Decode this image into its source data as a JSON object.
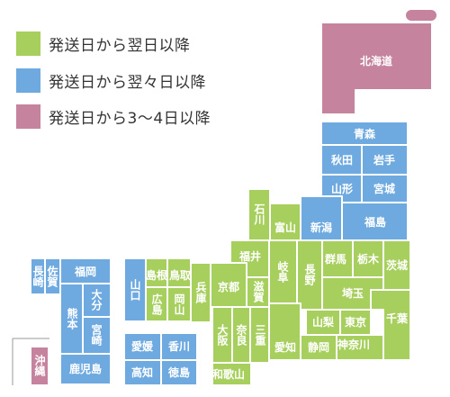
{
  "colors": {
    "green": "#a7cf5e",
    "blue": "#6ea9df",
    "pink": "#c5839d",
    "border": "#ffffff",
    "frame": "#999999"
  },
  "legend": [
    {
      "label": "発送日から翌日以降",
      "color": "#a7cf5e"
    },
    {
      "label": "発送日から翌々日以降",
      "color": "#6ea9df"
    },
    {
      "label": "発送日から3〜4日以降",
      "color": "#c5839d"
    }
  ],
  "prefectures": {
    "hokkaido": "北海道",
    "aomori": "青森",
    "akita": "秋田",
    "iwate": "岩手",
    "yamagata": "山形",
    "miyagi": "宮城",
    "ishikawa": "石川",
    "toyama": "富山",
    "niigata": "新潟",
    "fukushima": "福島",
    "fukui": "福井",
    "gifu": "岐阜",
    "nagano": "長野",
    "gunma": "群馬",
    "tochigi": "栃木",
    "ibaraki": "茨城",
    "saitama": "埼玉",
    "yamanashi": "山梨",
    "tokyo": "東京",
    "chiba": "千葉",
    "kanagawa": "神奈川",
    "shizuoka": "静岡",
    "aichi": "愛知",
    "kyoto": "京都",
    "shiga": "滋賀",
    "osaka": "大阪",
    "nara": "奈良",
    "mie": "三重",
    "wakayama": "和歌山",
    "hyogo": "兵庫",
    "tottori": "鳥取",
    "shimane": "島根",
    "okayama": "岡山",
    "hiroshima": "広島",
    "yamaguchi": "山口",
    "ehime": "愛媛",
    "kagawa": "香川",
    "kochi": "高知",
    "tokushima": "徳島",
    "fukuoka": "福岡",
    "saga": "佐賀",
    "nagasaki": "長崎",
    "oita": "大分",
    "kumamoto": "熊本",
    "miyazaki": "宮崎",
    "kagoshima": "鹿児島",
    "okinawa": "沖縄"
  }
}
